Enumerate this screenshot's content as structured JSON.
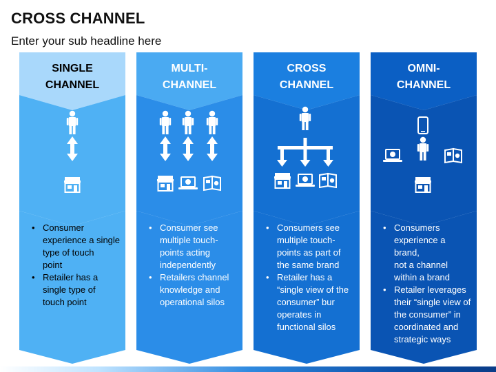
{
  "title": "CROSS CHANNEL",
  "subtitle": "Enter your sub headline here",
  "columns": [
    {
      "id": "single",
      "head": [
        "SINGLE",
        "CHANNEL"
      ],
      "bullets": [
        [
          "Consumer",
          "experience a single",
          "type of touch",
          "point"
        ],
        [
          "Retailer has a",
          "single type of",
          "touch point"
        ]
      ],
      "colors": {
        "top": "#a9d8fb",
        "main": "#4fb1f4",
        "text_head": "#000000",
        "text_body": "#000000"
      }
    },
    {
      "id": "multi",
      "head": [
        "MULTI-",
        "CHANNEL"
      ],
      "bullets": [
        [
          "Consumer see",
          "multiple touch-",
          "points acting",
          "independently"
        ],
        [
          "Retailers channel",
          "knowledge and",
          "operational silos"
        ]
      ],
      "colors": {
        "top": "#4aaaf2",
        "main": "#2b8de8",
        "text_head": "#ffffff",
        "text_body": "#ffffff"
      }
    },
    {
      "id": "cross",
      "head": [
        "CROSS",
        "CHANNEL"
      ],
      "bullets": [
        [
          "Consumers see",
          "multiple touch-",
          "points as part of",
          "the same brand"
        ],
        [
          "Retailer has a",
          "“single view of the",
          "consumer” bur",
          "operates in",
          "functional silos"
        ]
      ],
      "colors": {
        "top": "#1b7fe0",
        "main": "#1470d2",
        "text_head": "#ffffff",
        "text_body": "#ffffff"
      }
    },
    {
      "id": "omni",
      "head": [
        "OMNI-",
        "CHANNEL"
      ],
      "bullets": [
        [
          "Consumers",
          "experience a brand,",
          "not a channel",
          "within a brand"
        ],
        [
          "Retailer leverages",
          "their “single view of",
          "the consumer” in",
          "coordinated and",
          "strategic ways"
        ]
      ],
      "colors": {
        "top": "#0b5fc4",
        "main": "#0a54b3",
        "text_head": "#ffffff",
        "text_body": "#ffffff"
      }
    }
  ],
  "icons": {
    "person": "person-icon",
    "arrow": "double-arrow-icon",
    "store": "store-icon",
    "laptop": "laptop-icon",
    "catalog": "catalog-icon",
    "phone": "phone-icon"
  }
}
